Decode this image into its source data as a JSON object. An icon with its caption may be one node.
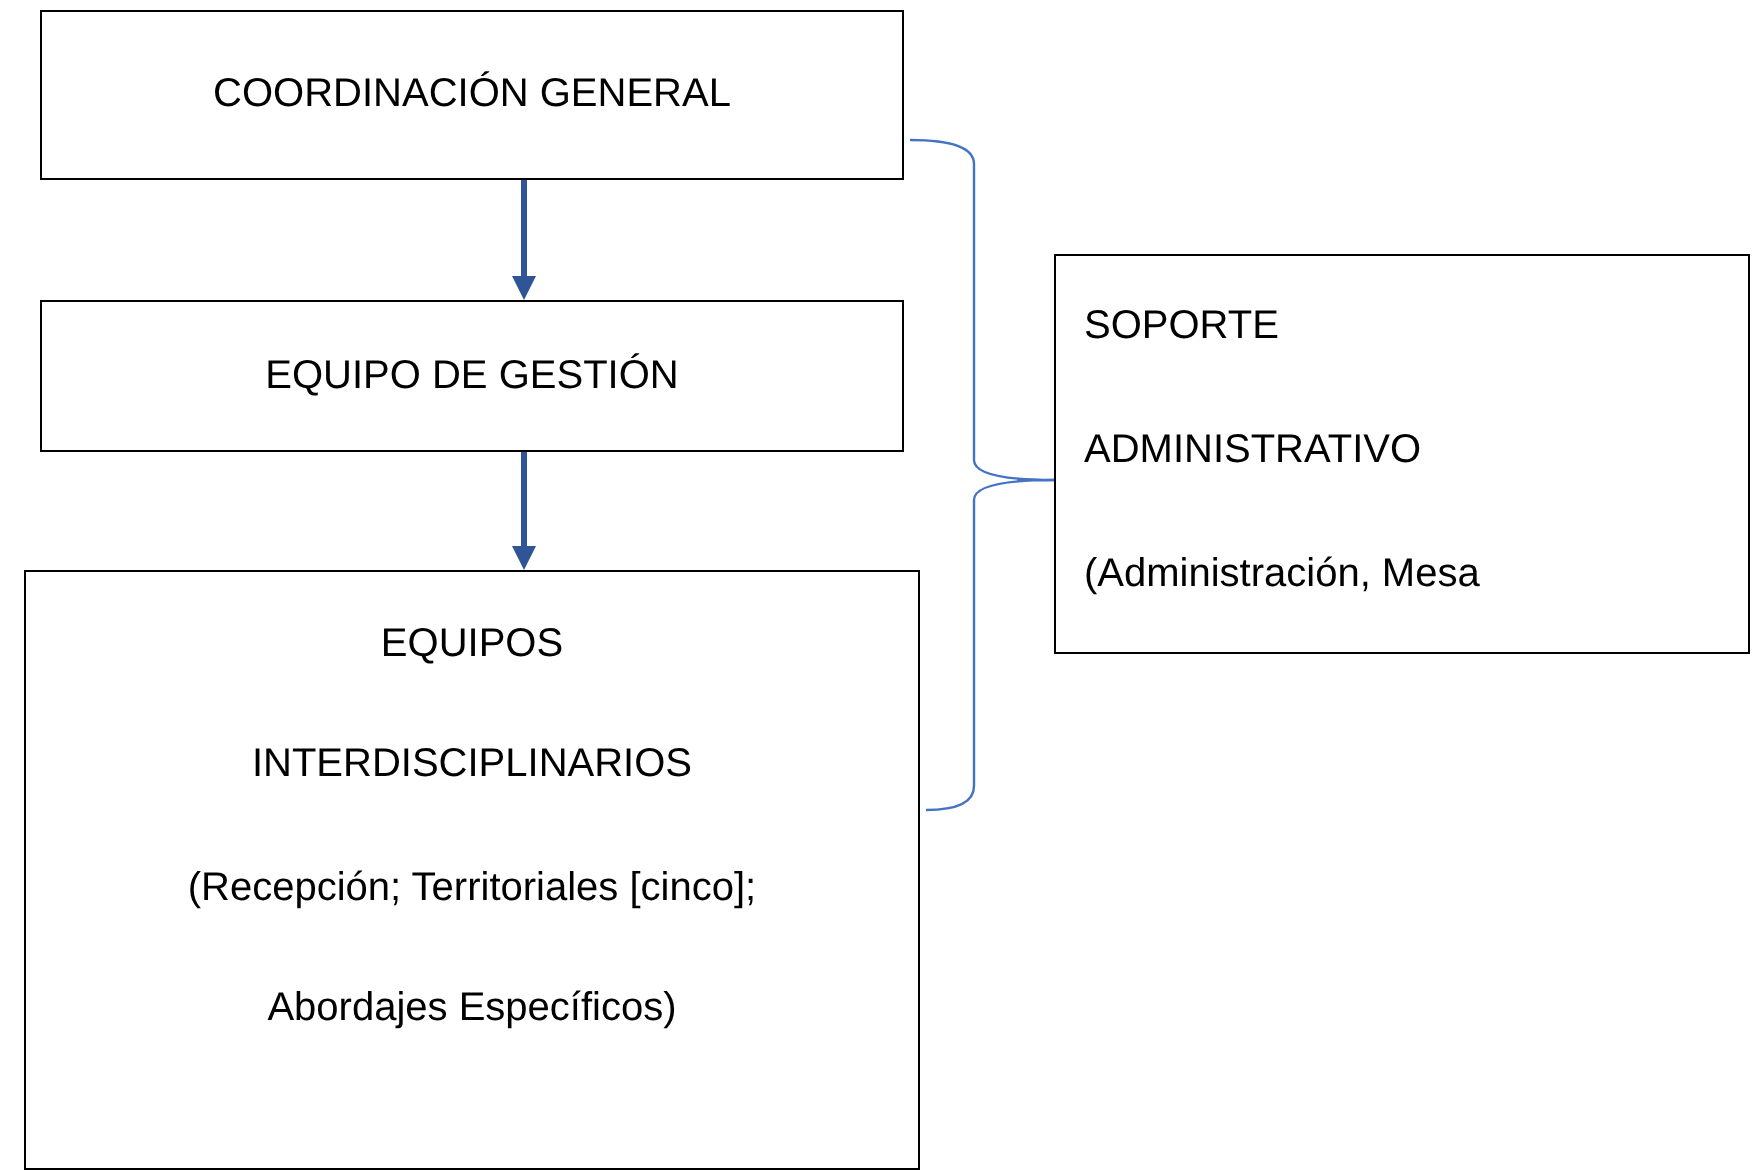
{
  "diagram": {
    "nodes": [
      {
        "text": [
          "COORDINACIÓN GENERAL"
        ]
      },
      {
        "text": [
          "EQUIPO DE GESTIÓN"
        ]
      },
      {
        "text": [
          "EQUIPOS INTERDISCIPLINARIOS",
          "(Recepción; Territoriales [cinco]; Abordajes Específicos)"
        ]
      },
      {
        "text": [
          "SOPORTE ADMINISTRATIVO",
          "(Administración, Mesa"
        ]
      }
    ],
    "edges": [
      {
        "from": 0,
        "to": 1,
        "arrow": "to",
        "style": "thick"
      },
      {
        "from": 1,
        "to": 2,
        "arrow": "to",
        "style": "thick"
      },
      {
        "from": 0,
        "to": 3,
        "arrow": "none"
      },
      {
        "from": 2,
        "to": 3,
        "arrow": "none"
      }
    ]
  }
}
